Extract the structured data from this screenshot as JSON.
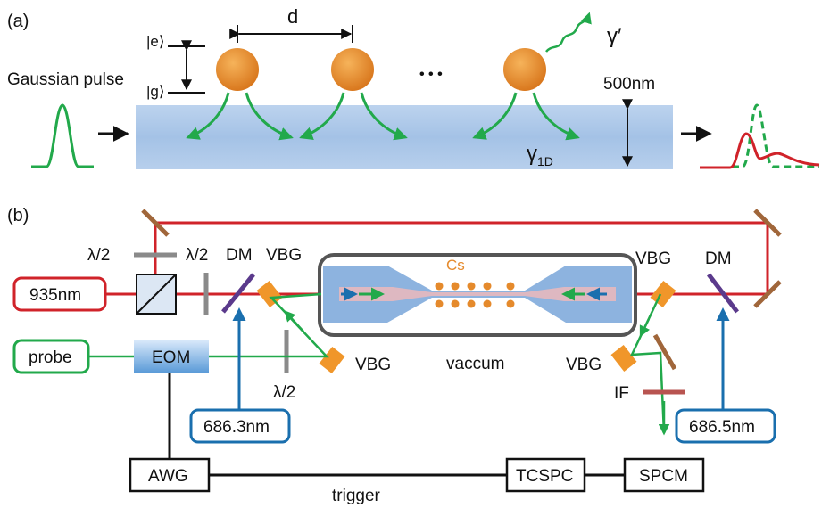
{
  "panel_a": {
    "tag": "(a)",
    "pulse_label": "Gaussian pulse",
    "state_e": "|e⟩",
    "state_g": "|g⟩",
    "spacing": "d",
    "ellipsis": "• • •",
    "decay_free": "γ′",
    "decay_1d": "γ",
    "decay_1d_sub": "1D",
    "diameter": "500nm"
  },
  "panel_b": {
    "tag": "(b)",
    "laser_935": "935nm",
    "probe": "probe",
    "eom": "EOM",
    "laser_686_3": "686.3nm",
    "laser_686_5": "686.5nm",
    "awg": "AWG",
    "tcspc": "TCSPC",
    "spcm": "SPCM",
    "trigger": "trigger",
    "half_wave": "λ/2",
    "dm": "DM",
    "vbg": "VBG",
    "cs": "Cs",
    "vacuum": "vaccum",
    "filter": "IF"
  },
  "colors": {
    "red_beam": "#d0232a",
    "green_beam": "#22a94b",
    "blue_beam": "#1a6fae",
    "atom": "#e58a2c",
    "fiber": "#a9c6e8",
    "vbg": "#f0962a",
    "dm": "#5b3a8c",
    "mirror": "#a0663a",
    "filter": "#b85450"
  }
}
